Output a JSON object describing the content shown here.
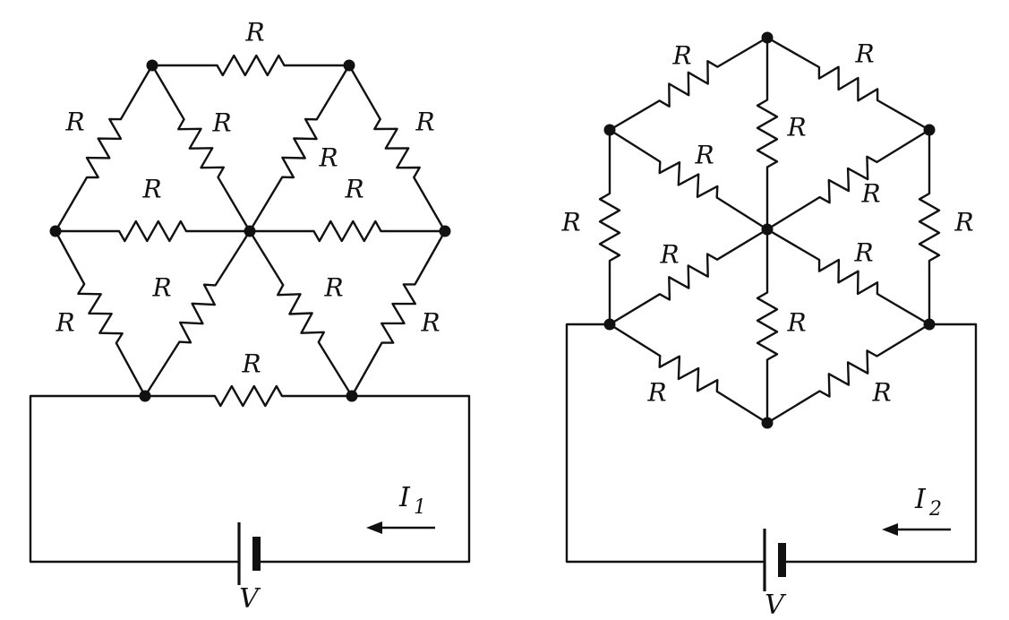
{
  "circuits": [
    {
      "id": "left",
      "resistor_label": "R",
      "current_label": "I",
      "current_subscript": "1",
      "voltage_label": "V"
    },
    {
      "id": "right",
      "resistor_label": "R",
      "current_label": "I",
      "current_subscript": "2",
      "voltage_label": "V"
    }
  ]
}
